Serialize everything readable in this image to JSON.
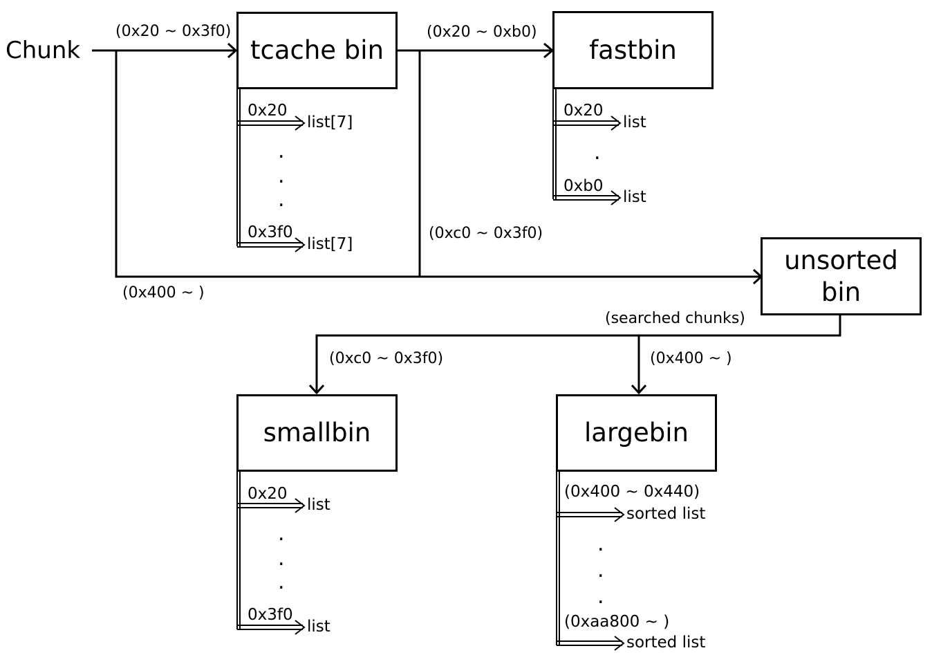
{
  "source": {
    "label": "Chunk"
  },
  "bins": {
    "tcache": {
      "label": "tcache bin"
    },
    "fastbin": {
      "label": "fastbin"
    },
    "unsorted": {
      "label_line1": "unsorted",
      "label_line2": "bin"
    },
    "smallbin": {
      "label": "smallbin"
    },
    "largebin": {
      "label": "largebin"
    }
  },
  "edges": {
    "chunk_to_tcache": "(0x20 ~ 0x3f0)",
    "tcache_to_fastbin": "(0x20 ~ 0xb0)",
    "tcache_to_unsorted": "(0xc0 ~ 0x3f0)",
    "chunk_to_unsorted": "(0x400 ~ )",
    "unsorted_searched": "(searched chunks)",
    "unsorted_to_smallbin": "(0xc0 ~ 0x3f0)",
    "unsorted_to_largebin": "(0x400 ~ )"
  },
  "lists": {
    "tcache": {
      "first_size": "0x20",
      "first_list": "list[7]",
      "last_size": "0x3f0",
      "last_list": "list[7]",
      "ellipsis": "."
    },
    "fastbin": {
      "first_size": "0x20",
      "first_list": "list",
      "last_size": "0xb0",
      "last_list": "list",
      "ellipsis": "."
    },
    "smallbin": {
      "first_size": "0x20",
      "first_list": "list",
      "last_size": "0x3f0",
      "last_list": "list",
      "ellipsis": "."
    },
    "largebin": {
      "first_size": "(0x400 ~ 0x440)",
      "first_list": "sorted list",
      "last_size": "(0xaa800 ~ )",
      "last_list": "sorted list",
      "ellipsis": "."
    }
  }
}
